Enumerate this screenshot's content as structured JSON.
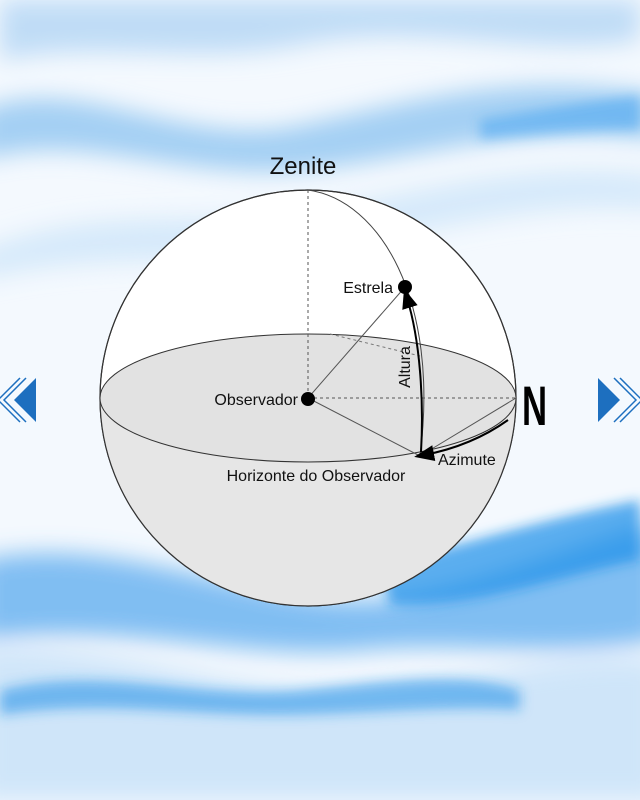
{
  "diagram": {
    "zenith_label": "Zenite",
    "star_label": "Estrela",
    "altitude_label": "Altura",
    "observer_label": "Observador",
    "north_label": "N",
    "azimuth_label": "Azimute",
    "horizon_label": "Horizonte do Observador"
  },
  "navigation": {
    "prev_icon": "double-chevron-left-icon",
    "next_icon": "double-chevron-right-icon",
    "arrow_color": "#1d6fbf"
  },
  "colors": {
    "background_wave": "#1f8fe8",
    "sphere_fill": "#ffffff",
    "horizon_fill": "#e2e2e2",
    "line": "#333333"
  }
}
